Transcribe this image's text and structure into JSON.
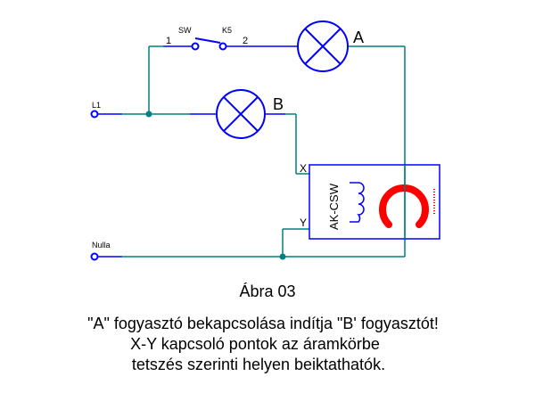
{
  "colors": {
    "wire": "#008080",
    "component": "#0000ff",
    "indicator": "#ff0000"
  },
  "labels": {
    "l1": "L1",
    "nulla": "Nulla",
    "sw": "SW",
    "k5": "K5",
    "pin1": "1",
    "pin2": "2",
    "lamp_a": "A",
    "lamp_b": "B",
    "x": "X",
    "y": "Y",
    "relay": "AK-CSW"
  },
  "caption": {
    "title": "Ábra 03",
    "line1": "\"A\" fogyasztó bekapcsolása indítja \"B' fogyasztót!",
    "line2": "X-Y kapcsoló pontok az áramkörbe",
    "line3": "tetszés szerinti helyen beiktathatók."
  }
}
